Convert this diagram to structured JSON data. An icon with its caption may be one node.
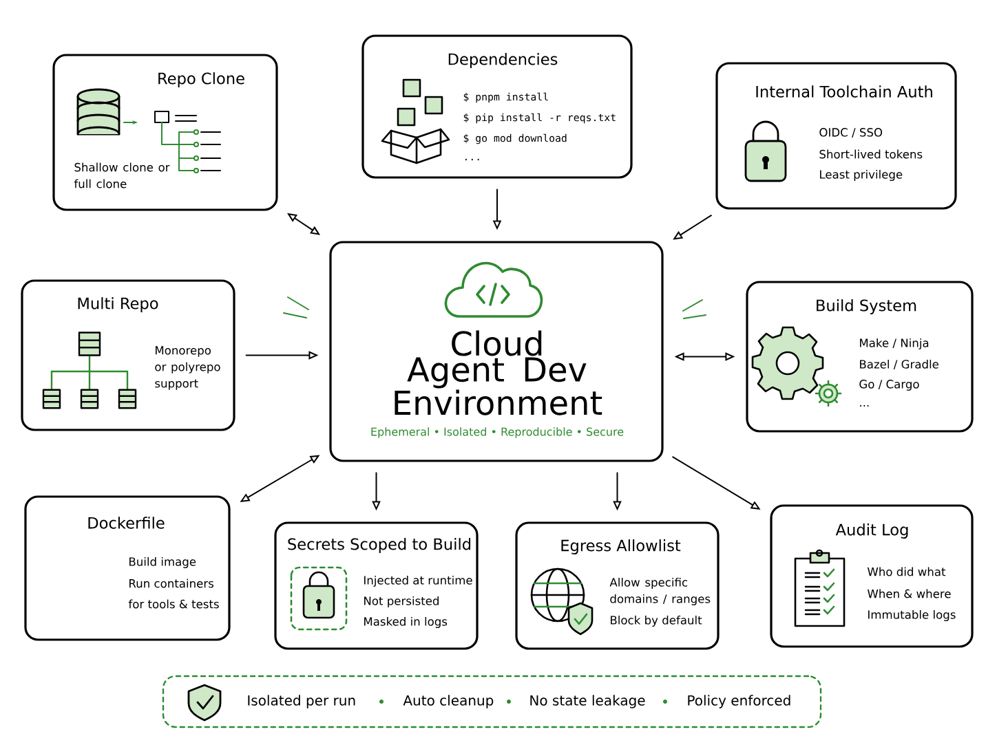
{
  "diagram": {
    "nodes": [
      {
        "text": [
          "Repo Clone",
          "Shallow clone or full clone"
        ]
      },
      {
        "text": [
          "Dependencies",
          "$ pnpm install",
          "$ pip install -r reqs.txt",
          "$ go mod download",
          "..."
        ]
      },
      {
        "text": [
          "Internal Toolchain Auth",
          "OIDC / SSO",
          "Short-lived tokens",
          "Least privilege"
        ]
      },
      {
        "text": [
          "Multi Repo",
          "Monorepo or polyrepo support"
        ]
      },
      {
        "text": [
          "Cloud Agent Dev Environment",
          "Ephemeral • Isolated • Reproducible • Secure"
        ]
      },
      {
        "text": [
          "Build System",
          "Make / Ninja",
          "Bazel / Gradle",
          "Go / Cargo",
          "..."
        ]
      },
      {
        "text": [
          "Dockerfile",
          "Build image",
          "Run containers",
          "for tools & tests"
        ]
      },
      {
        "text": [
          "Secrets Scoped to Build",
          "Injected at runtime",
          "Not persisted",
          "Masked in logs"
        ]
      },
      {
        "text": [
          "Egress Allowlist",
          "Allow specific domains / ranges",
          "Block by default"
        ]
      },
      {
        "text": [
          "Audit Log",
          "Who did what",
          "When & where",
          "Immutable logs"
        ]
      },
      {
        "text": [
          "Isolated per run",
          "Auto cleanup",
          "No state leakage",
          "Policy enforced"
        ]
      }
    ],
    "edges": [
      {
        "from": 0,
        "to": 4,
        "arrow": "both"
      },
      {
        "from": 1,
        "to": 4,
        "arrow": "to"
      },
      {
        "from": 2,
        "to": 4,
        "arrow": "to"
      },
      {
        "from": 3,
        "to": 4,
        "arrow": "to"
      },
      {
        "from": 5,
        "to": 4,
        "arrow": "both"
      },
      {
        "from": 6,
        "to": 4,
        "arrow": "both"
      },
      {
        "from": 4,
        "to": 7,
        "arrow": "to"
      },
      {
        "from": 4,
        "to": 8,
        "arrow": "to"
      },
      {
        "from": 4,
        "to": 9,
        "arrow": "to"
      }
    ]
  }
}
